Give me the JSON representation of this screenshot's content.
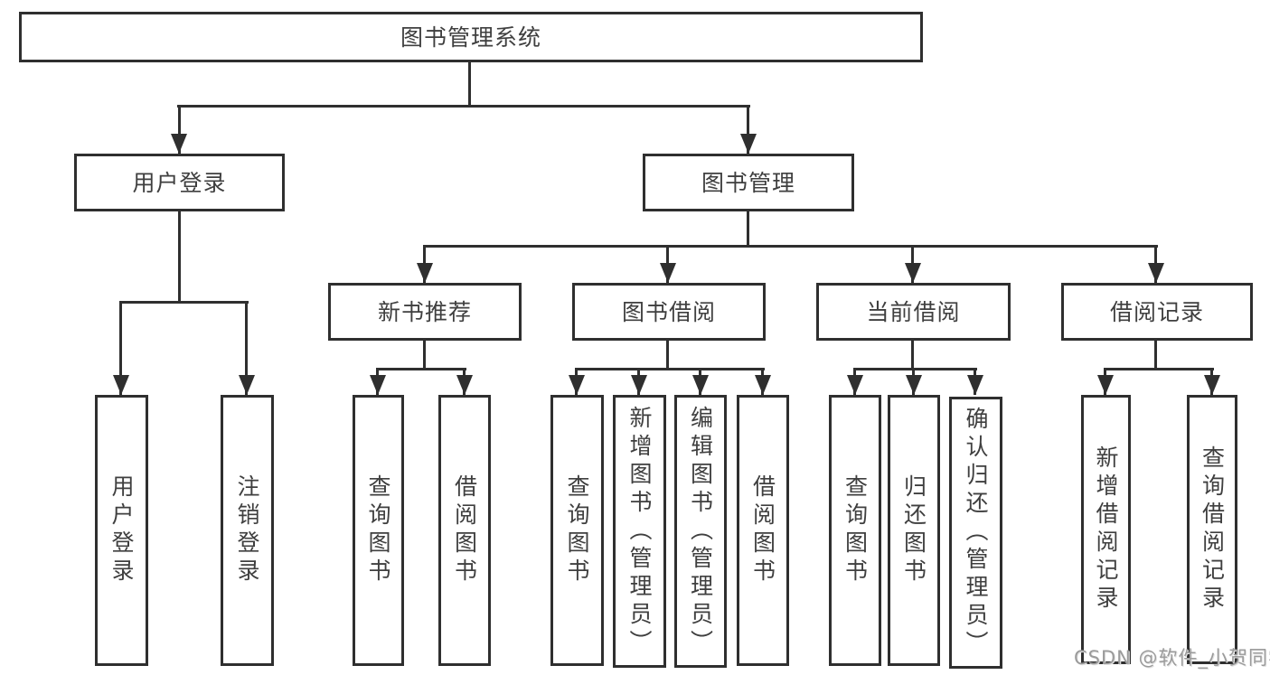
{
  "palette": {
    "line": "#2f2f2f",
    "text": "#3f3f3f",
    "background": "#ffffff"
  },
  "diagram": {
    "root": {
      "label": "图书管理系统"
    },
    "branches": [
      {
        "label": "用户登录",
        "children": [
          {
            "label": "用户登录"
          },
          {
            "label": "注销登录"
          }
        ]
      },
      {
        "label": "图书管理",
        "children": [
          {
            "label": "新书推荐",
            "children": [
              {
                "label": "查询图书"
              },
              {
                "label": "借阅图书"
              }
            ]
          },
          {
            "label": "图书借阅",
            "children": [
              {
                "label": "查询图书"
              },
              {
                "label": "新增图书（管理员）"
              },
              {
                "label": "编辑图书（管理员）"
              },
              {
                "label": "借阅图书"
              }
            ]
          },
          {
            "label": "当前借阅",
            "children": [
              {
                "label": "查询图书"
              },
              {
                "label": "归还图书"
              },
              {
                "label": "确认归还（管理员）"
              }
            ]
          },
          {
            "label": "借阅记录",
            "children": [
              {
                "label": "新增借阅记录"
              },
              {
                "label": "查询借阅记录"
              }
            ]
          }
        ]
      }
    ]
  },
  "watermark": {
    "text": "CSDN @软件_小贺同学",
    "color": "#9b9b9b"
  }
}
